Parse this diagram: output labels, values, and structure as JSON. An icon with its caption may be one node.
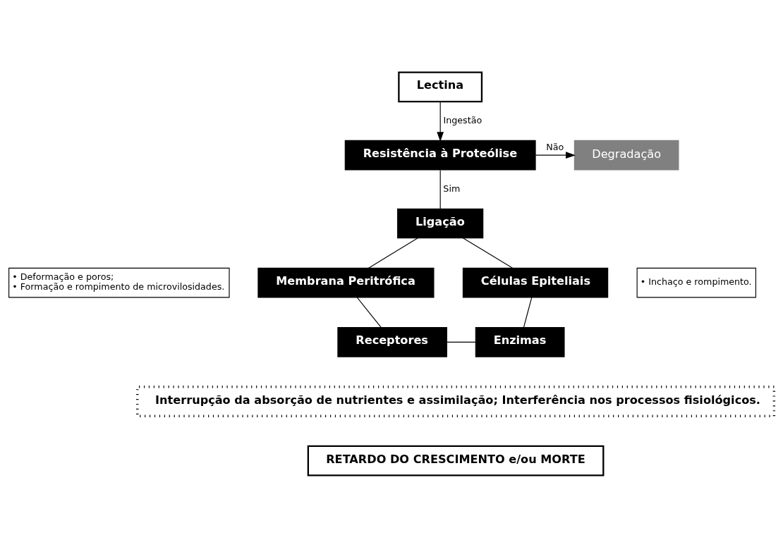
{
  "diagram": {
    "nodes": [
      {
        "text": [
          "Lectina"
        ]
      },
      {
        "text": [
          "Resistência à Proteólise"
        ]
      },
      {
        "text": [
          "Degradação"
        ]
      },
      {
        "text": [
          "Ligação"
        ]
      },
      {
        "text": [
          "Membrana Peritrófica"
        ],
        "beside": [
          "• Deformação e poros;",
          "• Formação e rompimento de microvilosidades."
        ]
      },
      {
        "text": [
          "Células Epiteliais"
        ],
        "beside": [
          "• Inchaço e rompimento."
        ]
      },
      {
        "text": [
          "Receptores"
        ]
      },
      {
        "text": [
          "Enzimas"
        ]
      },
      {
        "text": [
          "Interrupção da absorção de nutrientes e assimilação; Interferência nos processos fisiológicos."
        ]
      },
      {
        "text": [
          "RETARDO DO CRESCIMENTO e/ou MORTE"
        ]
      }
    ],
    "edges": [
      {
        "from": 0,
        "to": 1,
        "arrow": "to",
        "label": "Ingestão"
      },
      {
        "from": 1,
        "to": 2,
        "arrow": "to",
        "label": "Não"
      },
      {
        "from": 1,
        "to": 3,
        "arrow": "none",
        "label": "Sim"
      },
      {
        "from": 3,
        "to": 4,
        "arrow": "none"
      },
      {
        "from": 3,
        "to": 5,
        "arrow": "none"
      },
      {
        "from": 4,
        "to": 6,
        "arrow": "none"
      },
      {
        "from": 5,
        "to": 7,
        "arrow": "none"
      },
      {
        "from": 6,
        "to": 7,
        "arrow": "none"
      }
    ]
  }
}
